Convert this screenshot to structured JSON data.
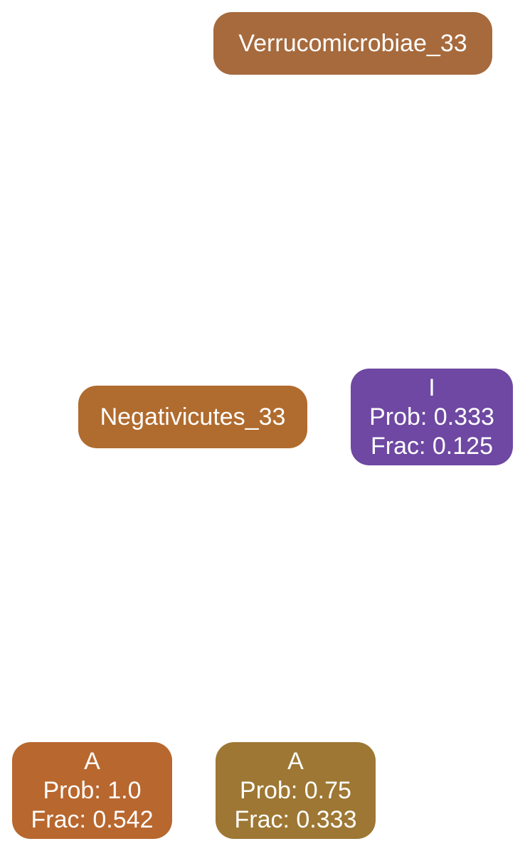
{
  "nodes": {
    "verrucomicrobiae": {
      "label": "Verrucomicrobiae_33",
      "color": "#A66A3D"
    },
    "negativicutes": {
      "label": "Negativicutes_33",
      "color": "#B06B2E"
    },
    "i": {
      "label": "I",
      "prob": "Prob: 0.333",
      "frac": "Frac: 0.125",
      "color": "#6E48A2"
    },
    "a1": {
      "label": "A",
      "prob": "Prob: 1.0",
      "frac": "Frac: 0.542",
      "color": "#B8672E"
    },
    "a2": {
      "label": "A",
      "prob": "Prob: 0.75",
      "frac": "Frac: 0.333",
      "color": "#9D7733"
    }
  }
}
